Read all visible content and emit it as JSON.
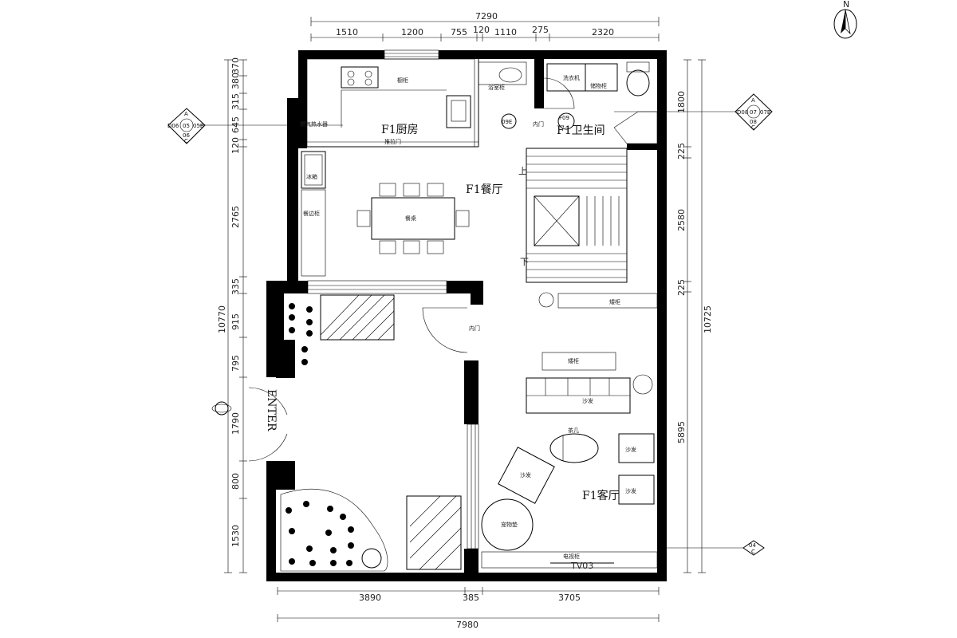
{
  "compass": {
    "north": "N"
  },
  "dimensions": {
    "top_total": "7290",
    "top_segments": [
      "1510",
      "1200",
      "755",
      "120",
      "1110",
      "275",
      "2320"
    ],
    "bottom_segments": [
      "3890",
      "385",
      "3705"
    ],
    "bottom_total": "7980",
    "left_segments": [
      "370",
      "380",
      "315",
      "645",
      "120",
      "2765",
      "335",
      "915",
      "795",
      "1790",
      "800",
      "1530"
    ],
    "left_total": "10770",
    "right_segments": [
      "1800",
      "225",
      "2580",
      "225",
      "5895"
    ],
    "right_total": "10725"
  },
  "rooms": {
    "kitchen": "F1厨房",
    "bathroom": "F1卫生间",
    "dining": "F1餐厅",
    "living": "F1客厅",
    "entry": "ENTER"
  },
  "furniture": {
    "cabinet": "橱柜",
    "water_heater": "燃气热水器",
    "sliding_door": "推拉门",
    "fridge": "冰箱",
    "sideboard": "餐边柜",
    "dining_table": "餐桌",
    "washer": "洗衣机",
    "storage": "储物柜",
    "vanity": "浴室柜",
    "inner_door_1": "内门",
    "inner_door_2": "内门",
    "stairs_up": "上",
    "stairs_down": "下",
    "low_cabinet_1": "矮柜",
    "low_cabinet_2": "矮柜",
    "sofa_main": "沙发",
    "coffee_table": "茶几",
    "sofa_side_1": "沙发",
    "sofa_side_2": "沙发",
    "armchair": "沙发",
    "pet_mat": "宠物垫",
    "tv_cabinet": "电视柜",
    "tv": "TV03"
  },
  "section_marks": {
    "left_top": "A",
    "left_center": "05",
    "left_left": "D06",
    "left_right": "05B",
    "left_bottom": "06",
    "left_c": "C",
    "right_top": "A",
    "right_center": "07",
    "right_left": "D08",
    "right_right": "07B",
    "right_bottom": "08",
    "right_c": "C",
    "bath_left": "09E",
    "bath_right": "F09",
    "living_mark": "04",
    "living_c": "C"
  }
}
